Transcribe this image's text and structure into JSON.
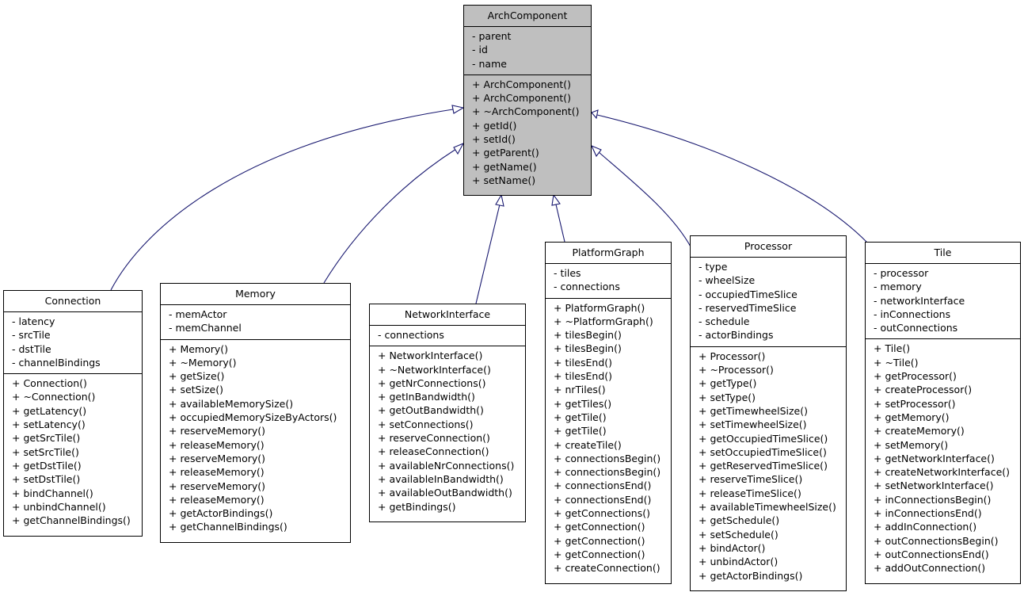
{
  "classes": [
    {
      "id": "archcomponent",
      "name": "ArchComponent",
      "attributes": [
        "- parent",
        "- id",
        "- name"
      ],
      "methods": [
        "+ ArchComponent()",
        "+ ArchComponent()",
        "+ ~ArchComponent()",
        "+ getId()",
        "+ setId()",
        "+ getParent()",
        "+ getName()",
        "+ setName()"
      ]
    },
    {
      "id": "connection",
      "name": "Connection",
      "attributes": [
        "- latency",
        "- srcTile",
        "- dstTile",
        "- channelBindings"
      ],
      "methods": [
        "+ Connection()",
        "+ ~Connection()",
        "+ getLatency()",
        "+ setLatency()",
        "+ getSrcTile()",
        "+ setSrcTile()",
        "+ getDstTile()",
        "+ setDstTile()",
        "+ bindChannel()",
        "+ unbindChannel()",
        "+ getChannelBindings()"
      ]
    },
    {
      "id": "memory",
      "name": "Memory",
      "attributes": [
        "- memActor",
        "- memChannel"
      ],
      "methods": [
        "+ Memory()",
        "+ ~Memory()",
        "+ getSize()",
        "+ setSize()",
        "+ availableMemorySize()",
        "+ occupiedMemorySizeByActors()",
        "+ reserveMemory()",
        "+ releaseMemory()",
        "+ reserveMemory()",
        "+ releaseMemory()",
        "+ reserveMemory()",
        "+ releaseMemory()",
        "+ getActorBindings()",
        "+ getChannelBindings()"
      ]
    },
    {
      "id": "networkinterface",
      "name": "NetworkInterface",
      "attributes": [
        "- connections"
      ],
      "methods": [
        "+ NetworkInterface()",
        "+ ~NetworkInterface()",
        "+ getNrConnections()",
        "+ getInBandwidth()",
        "+ getOutBandwidth()",
        "+ setConnections()",
        "+ reserveConnection()",
        "+ releaseConnection()",
        "+ availableNrConnections()",
        "+ availableInBandwidth()",
        "+ availableOutBandwidth()",
        "+ getBindings()"
      ]
    },
    {
      "id": "platformgraph",
      "name": "PlatformGraph",
      "attributes": [
        "- tiles",
        "- connections"
      ],
      "methods": [
        "+ PlatformGraph()",
        "+ ~PlatformGraph()",
        "+ tilesBegin()",
        "+ tilesBegin()",
        "+ tilesEnd()",
        "+ tilesEnd()",
        "+ nrTiles()",
        "+ getTiles()",
        "+ getTile()",
        "+ getTile()",
        "+ createTile()",
        "+ connectionsBegin()",
        "+ connectionsBegin()",
        "+ connectionsEnd()",
        "+ connectionsEnd()",
        "+ getConnections()",
        "+ getConnection()",
        "+ getConnection()",
        "+ getConnection()",
        "+ createConnection()"
      ]
    },
    {
      "id": "processor",
      "name": "Processor",
      "attributes": [
        "- type",
        "- wheelSize",
        "- occupiedTimeSlice",
        "- reservedTimeSlice",
        "- schedule",
        "- actorBindings"
      ],
      "methods": [
        "+ Processor()",
        "+ ~Processor()",
        "+ getType()",
        "+ setType()",
        "+ getTimewheelSize()",
        "+ setTimewheelSize()",
        "+ getOccupiedTimeSlice()",
        "+ setOccupiedTimeSlice()",
        "+ getReservedTimeSlice()",
        "+ reserveTimeSlice()",
        "+ releaseTimeSlice()",
        "+ availableTimewheelSize()",
        "+ getSchedule()",
        "+ setSchedule()",
        "+ bindActor()",
        "+ unbindActor()",
        "+ getActorBindings()"
      ]
    },
    {
      "id": "tile",
      "name": "Tile",
      "attributes": [
        "- processor",
        "- memory",
        "- networkInterface",
        "- inConnections",
        "- outConnections"
      ],
      "methods": [
        "+ Tile()",
        "+ ~Tile()",
        "+ getProcessor()",
        "+ createProcessor()",
        "+ setProcessor()",
        "+ getMemory()",
        "+ createMemory()",
        "+ setMemory()",
        "+ getNetworkInterface()",
        "+ createNetworkInterface()",
        "+ setNetworkInterface()",
        "+ inConnectionsBegin()",
        "+ inConnectionsEnd()",
        "+ addInConnection()",
        "+ outConnectionsBegin()",
        "+ outConnectionsEnd()",
        "+ addOutConnection()"
      ]
    }
  ],
  "colors": {
    "base_fill": "#bfbfbf",
    "box_fill": "#ffffff",
    "edge": "#191970"
  }
}
